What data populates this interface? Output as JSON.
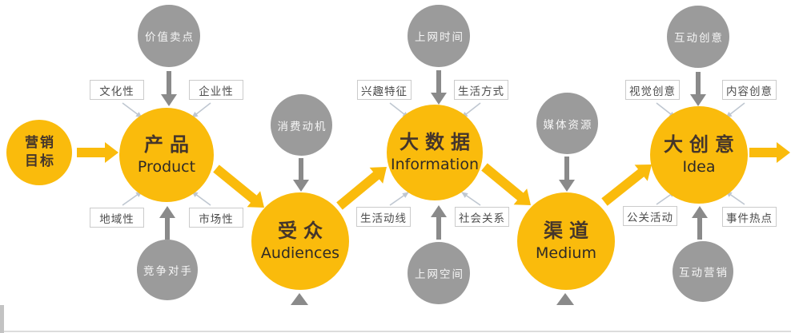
{
  "colors": {
    "orange": "#FABB0C",
    "gray_node": "#9B9B9B",
    "gray_arrow": "#8A8A8A",
    "thin_arrow": "#BFC7D1",
    "box_border": "#CBCBCB",
    "text_dark": "#44352B",
    "text_en": "#2F2A26"
  },
  "nodes": {
    "goal": {
      "zh": "营销\n目标"
    },
    "main": [
      {
        "zh": "产品",
        "en": "Product"
      },
      {
        "zh": "受众",
        "en": "Audiences"
      },
      {
        "zh": "大数据",
        "en": "Information"
      },
      {
        "zh": "渠道",
        "en": "Medium"
      },
      {
        "zh": "大创意",
        "en": "Idea"
      }
    ],
    "gray": [
      {
        "label": "价值卖点"
      },
      {
        "label": "上网时间"
      },
      {
        "label": "互动创意"
      },
      {
        "label": "消费动机"
      },
      {
        "label": "媒体资源"
      },
      {
        "label": "竞争对手"
      },
      {
        "label": "上网空间"
      },
      {
        "label": "互动营销"
      }
    ],
    "tags": [
      {
        "label": "文化性"
      },
      {
        "label": "企业性"
      },
      {
        "label": "地域性"
      },
      {
        "label": "市场性"
      },
      {
        "label": "兴趣特征"
      },
      {
        "label": "生活方式"
      },
      {
        "label": "生活动线"
      },
      {
        "label": "社会关系"
      },
      {
        "label": "视觉创意"
      },
      {
        "label": "内容创意"
      },
      {
        "label": "公关活动"
      },
      {
        "label": "事件热点"
      }
    ]
  }
}
